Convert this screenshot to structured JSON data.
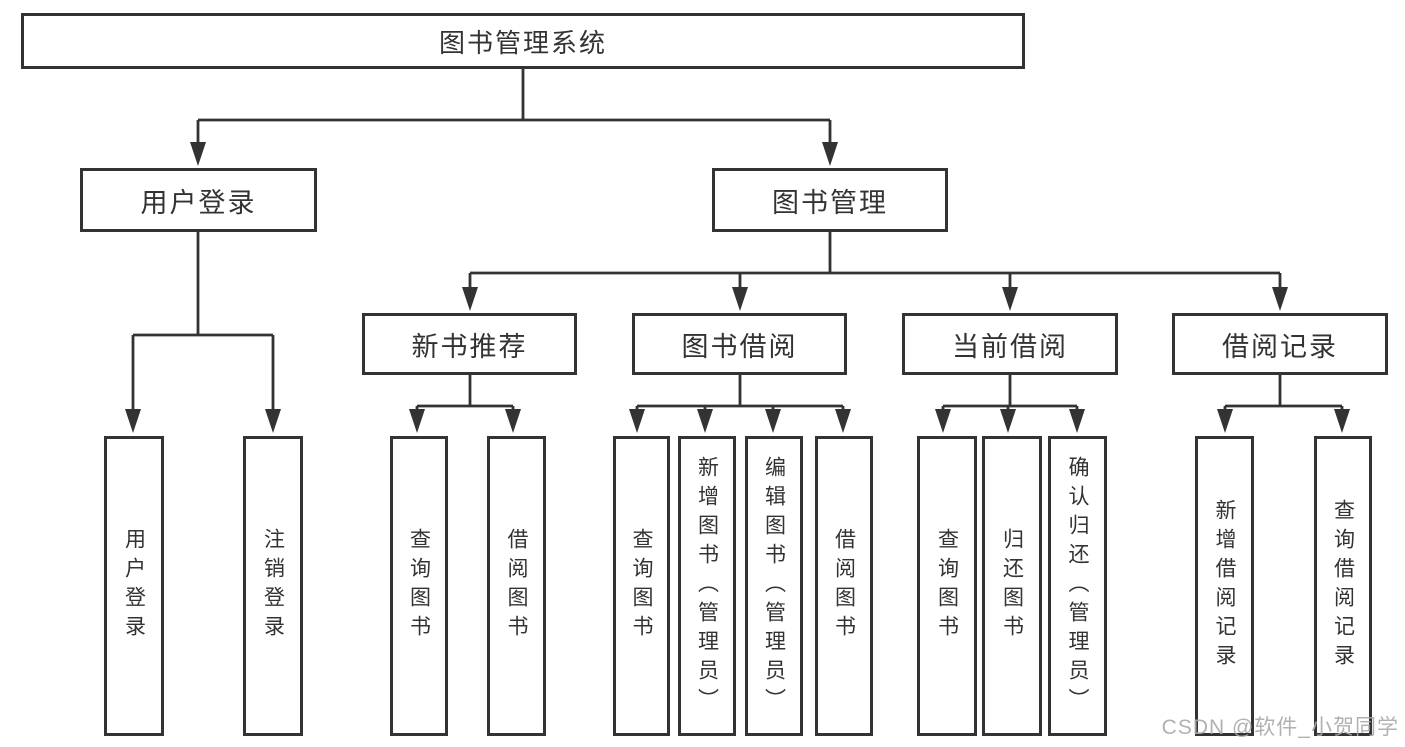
{
  "diagram": {
    "root": {
      "label": "图书管理系统"
    },
    "branches": [
      {
        "label": "用户登录",
        "leaves": [
          "用户登录",
          "注销登录"
        ]
      },
      {
        "label": "图书管理",
        "sections": [
          {
            "label": "新书推荐",
            "leaves": [
              "查询图书",
              "借阅图书"
            ]
          },
          {
            "label": "图书借阅",
            "leaves": [
              "查询图书",
              "新增图书（管理员）",
              "编辑图书（管理员）",
              "借阅图书"
            ]
          },
          {
            "label": "当前借阅",
            "leaves": [
              "查询图书",
              "归还图书",
              "确认归还（管理员）"
            ]
          },
          {
            "label": "借阅记录",
            "leaves": [
              "新增借阅记录",
              "查询借阅记录"
            ]
          }
        ]
      }
    ]
  },
  "colors": {
    "line": "#333333",
    "text": "#333333",
    "background": "#ffffff",
    "watermark": "#a8a8a8"
  },
  "watermark": "CSDN @软件_小贺同学"
}
